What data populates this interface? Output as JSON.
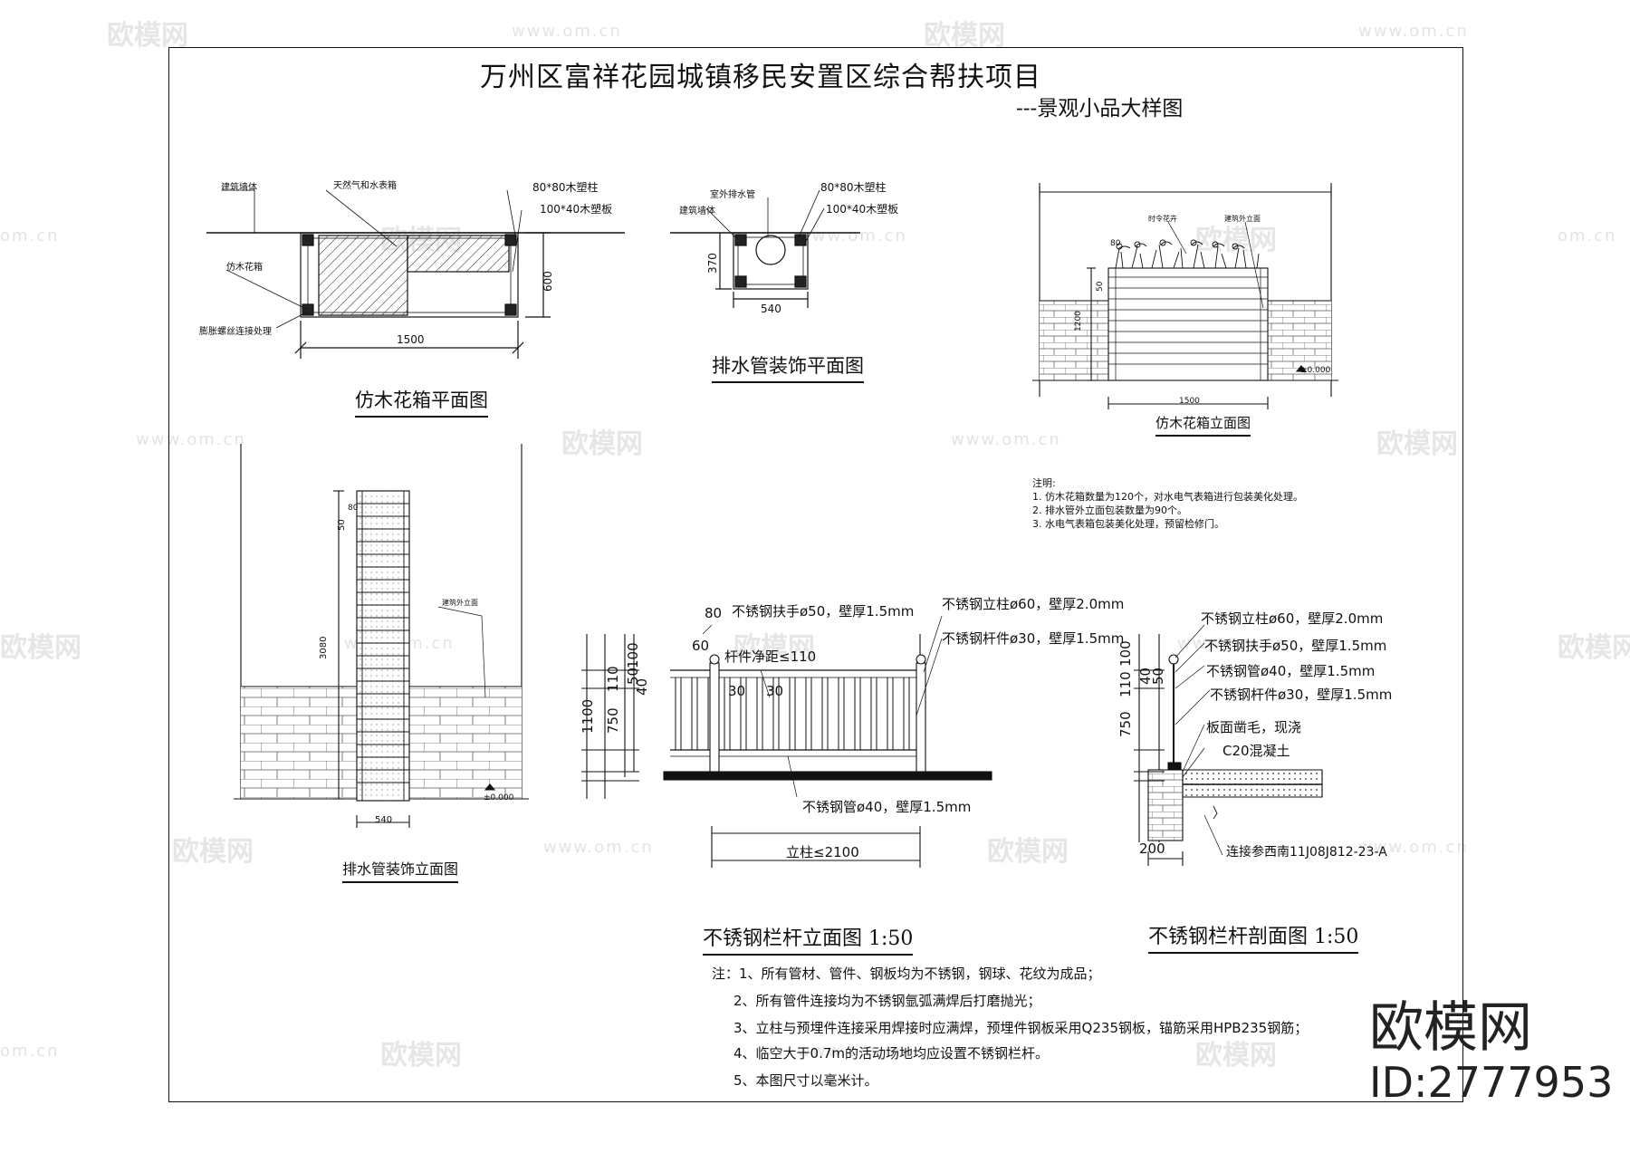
{
  "title": "万州区富祥花园城镇移民安置区综合帮扶项目",
  "subtitle": "---景观小品大样图",
  "planter_plan": {
    "caption": "仿木花箱平面图",
    "labels": {
      "wall": "建筑墙体",
      "meter_box": "天然气和水表箱",
      "post": "80*80木塑柱",
      "board": "100*40木塑板",
      "box": "仿木花箱",
      "anchor": "膨胀螺丝连接处理"
    },
    "dim_width": "1500",
    "dim_depth": "600"
  },
  "drain_plan": {
    "caption": "排水管装饰平面图",
    "labels": {
      "pipe": "室外排水管",
      "wall": "建筑墙体",
      "post": "80*80木塑柱",
      "board": "100*40木塑板"
    },
    "dim_width": "540",
    "dim_depth": "370"
  },
  "planter_elev": {
    "caption": "仿木花箱立面图",
    "labels": {
      "plant": "时令花卉",
      "wall_finish": "建筑外立面"
    },
    "dim_height": "1200",
    "dim_top": "50",
    "dim_top2": "80",
    "dim_width": "1500",
    "level": "±0.000"
  },
  "notes_small": {
    "heading": "注明:",
    "items": [
      "1. 仿木花箱数量为120个，对水电气表箱进行包装美化处理。",
      "2. 排水管外立面包装数量为90个。",
      "3. 水电气表箱包装美化处理，预留检修门。"
    ]
  },
  "drain_elev": {
    "caption": "排水管装饰立面图",
    "labels": {
      "wall_finish": "建筑外立面"
    },
    "dim_height": "3080",
    "dim_top": "50",
    "dim_top2": "80",
    "dim_width": "540",
    "level": "±0.000"
  },
  "railing_elev": {
    "caption": "不锈钢栏杆立面图  1:50",
    "labels": {
      "handrail": "不锈钢扶手ø50，壁厚1.5mm",
      "post": "不锈钢立柱ø60，壁厚2.0mm",
      "bar": "不锈钢杆件ø30，壁厚1.5mm",
      "spacing": "杆件净距≤110",
      "pipe": "不锈钢管ø40，壁厚1.5mm",
      "span": "立柱≤2100"
    },
    "dims": {
      "d80": "80",
      "d60": "60",
      "d100": "100",
      "d50": "50",
      "d40": "40",
      "d110": "110",
      "d1100": "1100",
      "d750": "750",
      "d30a": "30",
      "d30b": "30"
    }
  },
  "railing_sect": {
    "caption": "不锈钢栏杆剖面图  1:50",
    "labels": {
      "post": "不锈钢立柱ø60，壁厚2.0mm",
      "handrail": "不锈钢扶手ø50，壁厚1.5mm",
      "pipe": "不锈钢管ø40，壁厚1.5mm",
      "bar": "不锈钢杆件ø30，壁厚1.5mm",
      "slab": "板面凿毛，现浇",
      "concrete": "C20混凝土",
      "ref": "连接参西南11J08J812-23-A"
    },
    "dims": {
      "d100": "100",
      "d40": "40",
      "d50": "50",
      "d110": "110",
      "d750": "750",
      "d200": "200"
    }
  },
  "notes_main": {
    "items": [
      "注：1、所有管材、管件、钢板均为不锈钢，钢球、花纹为成品；",
      "2、所有管件连接均为不锈钢氩弧满焊后打磨抛光；",
      "3、立柱与预埋件连接采用焊接时应满焊，预埋件钢板采用Q235钢板，锚筋采用HPB235钢筋；",
      "4、临空大于0.7m的活动场地均应设置不锈钢栏杆。",
      "5、本图尺寸以毫米计。"
    ]
  },
  "watermark": {
    "brand": "欧模网",
    "url": "www.om.cn",
    "url_short": "om.cn"
  },
  "brand_mark": {
    "name": "欧模网",
    "id": "ID:2777953"
  }
}
